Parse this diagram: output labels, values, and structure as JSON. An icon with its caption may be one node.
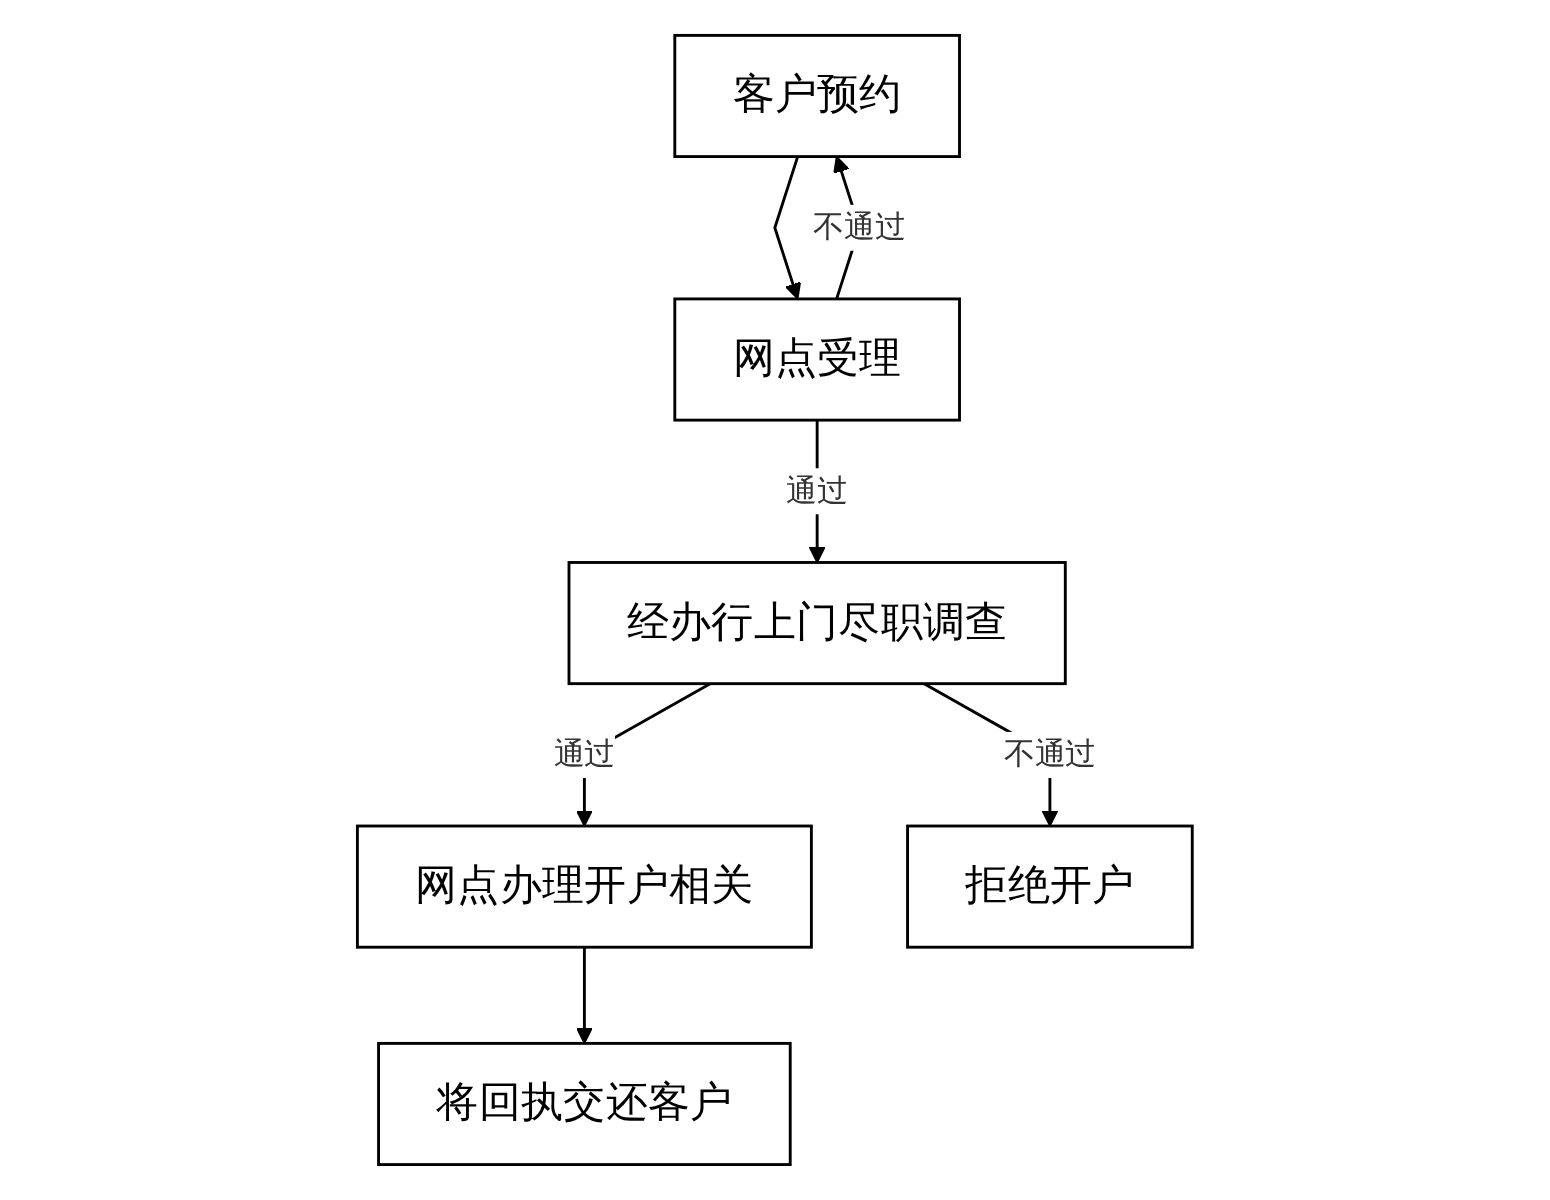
{
  "diagram": {
    "nodes": [
      {
        "text": [
          "客户预约"
        ]
      },
      {
        "text": [
          "网点受理"
        ]
      },
      {
        "text": [
          "经办行上门尽职调查"
        ]
      },
      {
        "text": [
          "网点办理开户相关"
        ]
      },
      {
        "text": [
          "拒绝开户"
        ]
      },
      {
        "text": [
          "将回执交还客户"
        ]
      }
    ],
    "edges": [
      {
        "from": 0,
        "to": 1,
        "arrow": "to"
      },
      {
        "from": 1,
        "to": 0,
        "arrow": "to",
        "label": "不通过"
      },
      {
        "from": 1,
        "to": 2,
        "arrow": "to",
        "label": "通过"
      },
      {
        "from": 2,
        "to": 3,
        "arrow": "to",
        "label": "通过"
      },
      {
        "from": 2,
        "to": 4,
        "arrow": "to",
        "label": "不通过"
      },
      {
        "from": 3,
        "to": 5,
        "arrow": "to"
      }
    ]
  }
}
